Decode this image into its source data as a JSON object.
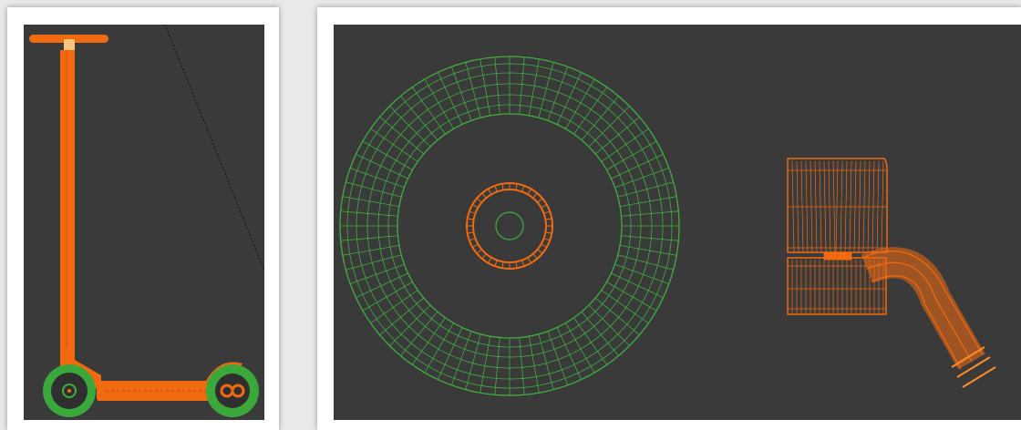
{
  "views": [
    {
      "name": "scooter-side-view",
      "object": "scooter"
    },
    {
      "name": "parts-front-view",
      "objects": [
        "wheel",
        "grip-and-pipe"
      ]
    }
  ],
  "colors": {
    "viewport_background": "#3a3a3a",
    "frame_background": "#ffffff",
    "page_background": "#e9e9e9",
    "wireframe_orange": "#f26a10",
    "wireframe_orange_light": "#ff8c2a",
    "wireframe_green": "#3fae3f",
    "wheel_green_solid": "#3aa83a",
    "guide_line": "#111111"
  },
  "icons": {
    "scooter": "scooter-wireframe",
    "wheel": "wheel-wireframe",
    "grip": "grip-wireframe"
  }
}
